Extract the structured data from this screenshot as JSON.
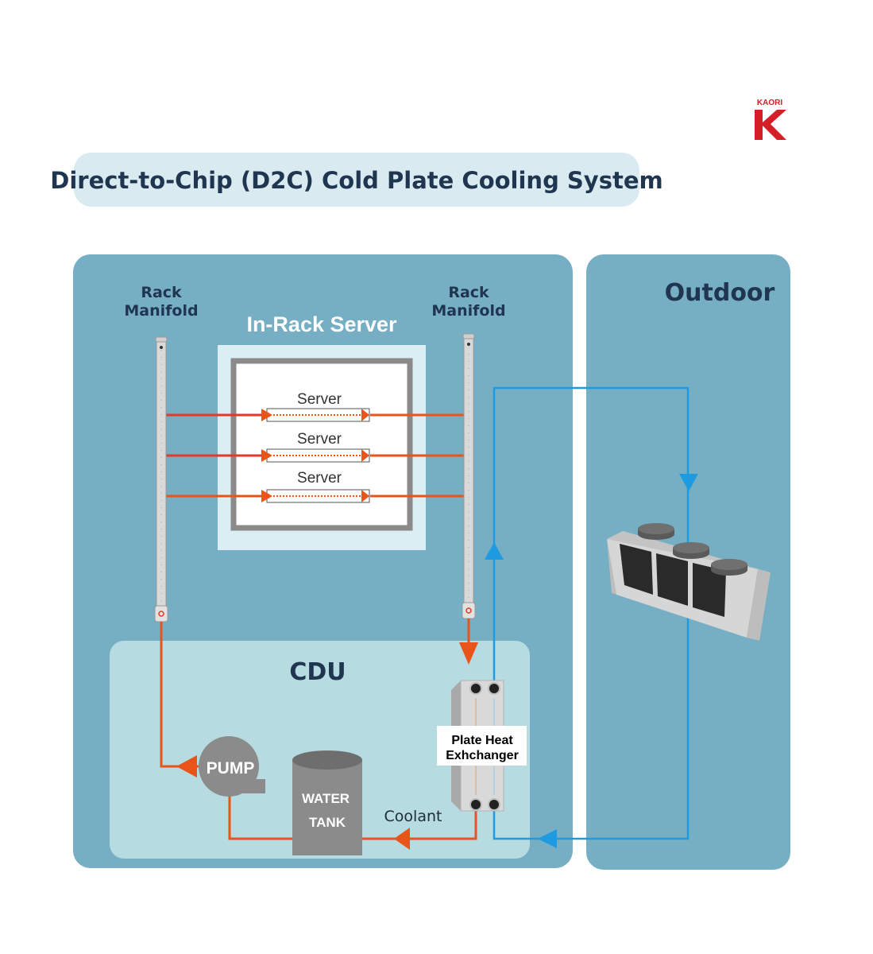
{
  "brand": {
    "name": "KAORI",
    "letter": "K",
    "color": "#d51f26"
  },
  "title": "Direct-to-Chip (D2C) Cold Plate Cooling System",
  "zones": {
    "indoor_label": "",
    "outdoor_label": "Outdoor",
    "cdu_label": "CDU"
  },
  "rack_manifold_left": {
    "line1": "Rack",
    "line2": "Manifold"
  },
  "rack_manifold_right": {
    "line1": "Rack",
    "line2": "Manifold"
  },
  "in_rack_server": {
    "label": "In-Rack Server",
    "servers": [
      "Server",
      "Server",
      "Server"
    ]
  },
  "components": {
    "pump": "PUMP",
    "water_tank": {
      "line1": "WATER",
      "line2": "TANK"
    },
    "plate_heat_exchanger": {
      "line1": "Plate Heat",
      "line2": "Exhchanger"
    },
    "coolant_label": "Coolant",
    "dry_cooler": "dry-cooler-fans"
  },
  "colors": {
    "hot_loop": "#e8541a",
    "warm_loop": "#e03a2a",
    "facility_water": "#1e9be0",
    "zone_bg": "#76aec4",
    "cdu_bg": "#b6dbe1",
    "title_bg": "#d9ebf1",
    "text_dark": "#1f3550"
  }
}
